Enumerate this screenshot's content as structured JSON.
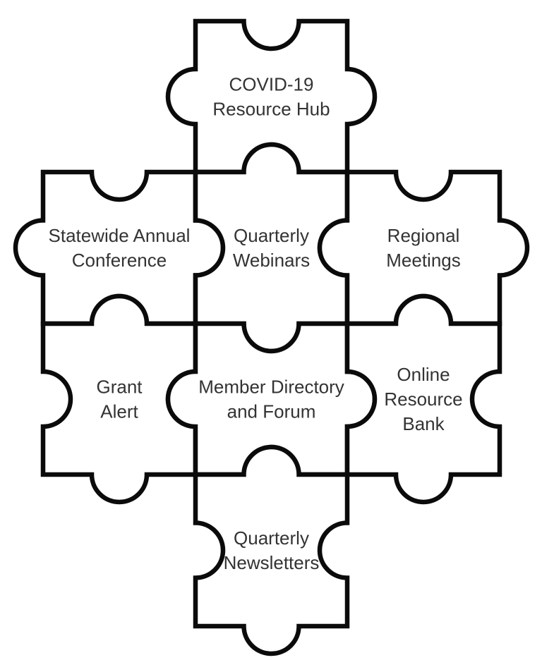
{
  "diagram": {
    "type": "puzzle",
    "background": "#ffffff",
    "style": {
      "stroke_color": "#0b0b0b",
      "stroke_width": 6.5,
      "text_color": "#333333",
      "font_size": 26,
      "line_height": 35,
      "joint_radius": 39
    },
    "grid": {
      "cols": [
        61,
        277,
        492,
        708
      ],
      "rows": [
        30,
        244,
        459,
        673,
        888
      ]
    },
    "pieces": [
      {
        "id": "covid-resource-hub",
        "label": "COVID-19 Resource Hub",
        "lines": [
          "COVID-19",
          "Resource Hub"
        ],
        "col": 1,
        "row": 0,
        "edges": {
          "n": "socket",
          "e": "tab",
          "s": "socket",
          "w": "tab"
        }
      },
      {
        "id": "statewide-annual-conference",
        "label": "Statewide Annual Conference",
        "lines": [
          "Statewide Annual",
          "Conference"
        ],
        "col": 0,
        "row": 1,
        "edges": {
          "n": "socket",
          "e": "tab",
          "s": "socket",
          "w": "tab"
        }
      },
      {
        "id": "quarterly-webinars",
        "label": "Quarterly Webinars",
        "lines": [
          "Quarterly",
          "Webinars"
        ],
        "col": 1,
        "row": 1,
        "edges": {
          "n": "tab",
          "e": "socket",
          "s": "tab",
          "w": "socket"
        }
      },
      {
        "id": "regional-meetings",
        "label": "Regional Meetings",
        "lines": [
          "Regional",
          "Meetings"
        ],
        "col": 2,
        "row": 1,
        "edges": {
          "n": "socket",
          "e": "tab",
          "s": "socket",
          "w": "tab"
        }
      },
      {
        "id": "grant-alert",
        "label": "Grant Alert",
        "lines": [
          "Grant",
          "Alert"
        ],
        "col": 0,
        "row": 2,
        "edges": {
          "n": "tab",
          "e": "socket",
          "s": "tab",
          "w": "socket"
        }
      },
      {
        "id": "member-directory-and-forum",
        "label": "Member Directory and Forum",
        "lines": [
          "Member Directory",
          "and Forum"
        ],
        "col": 1,
        "row": 2,
        "edges": {
          "n": "socket",
          "e": "tab",
          "s": "socket",
          "w": "tab"
        }
      },
      {
        "id": "online-resource-bank",
        "label": "Online Resource Bank",
        "lines": [
          "Online",
          "Resource",
          "Bank"
        ],
        "col": 2,
        "row": 2,
        "edges": {
          "n": "tab",
          "e": "socket",
          "s": "tab",
          "w": "socket"
        }
      },
      {
        "id": "quarterly-newsletters",
        "label": "Quarterly Newsletters",
        "lines": [
          "Quarterly",
          "Newsletters"
        ],
        "col": 1,
        "row": 3,
        "edges": {
          "n": "tab",
          "e": "socket",
          "s": "tab",
          "w": "socket"
        }
      }
    ]
  }
}
